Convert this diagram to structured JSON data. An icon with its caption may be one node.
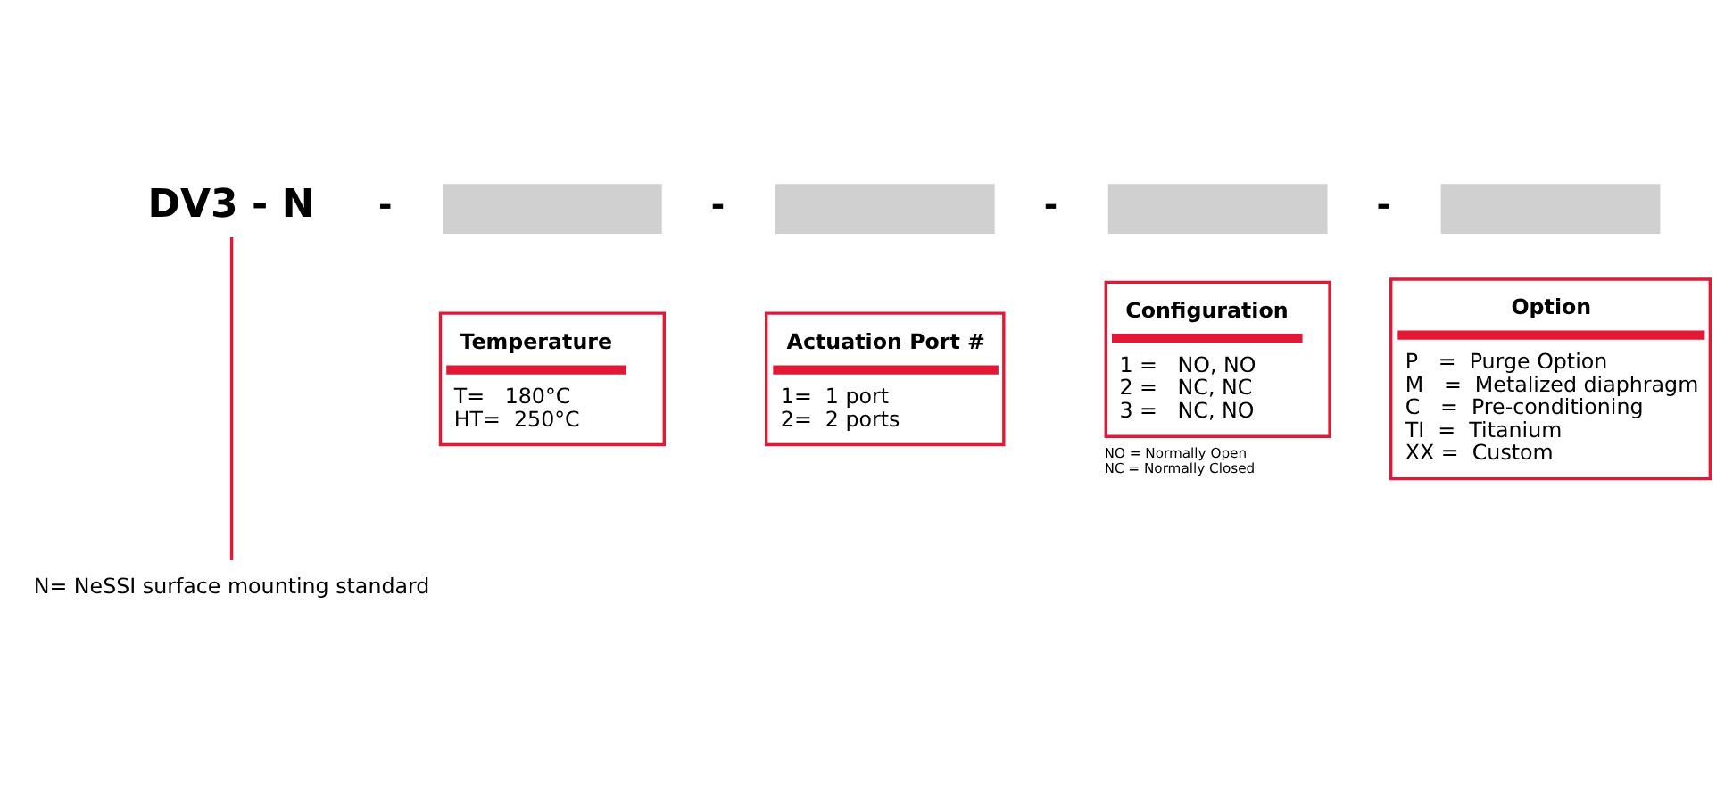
{
  "diagram": {
    "nodes": [
      {
        "text": [
          "DV3 - N"
        ]
      },
      {
        "text": [],
        "shape": "box"
      },
      {
        "text": [],
        "shape": "box"
      },
      {
        "text": [],
        "shape": "box"
      },
      {
        "text": [],
        "shape": "box"
      },
      {
        "text": [
          "Temperature",
          "T=   180°C",
          "HT=  250°C"
        ]
      },
      {
        "text": [
          "Actuation Port #",
          "1=  1 port",
          "2=  2 ports"
        ]
      },
      {
        "text": [
          "Configuration",
          "1 =   NO, NO",
          "2 =   NC, NC",
          "3 =   NC, NO"
        ],
        "beside": [
          "NO = Normally Open",
          "NC = Normally Closed"
        ]
      },
      {
        "text": [
          "Option",
          "P   =  Purge Option",
          "M   =  Metalized diaphragm",
          "C   =  Pre-conditioning",
          "TI  =  Titanium",
          "XX =  Custom"
        ]
      },
      {
        "text": [
          "N= NeSSI surface mounting standard"
        ]
      }
    ],
    "edges": [
      {
        "from": 0,
        "to": 9,
        "arrow": "none",
        "color": "#e31837"
      }
    ],
    "labels": [
      "-",
      "-",
      "-",
      "-"
    ]
  }
}
